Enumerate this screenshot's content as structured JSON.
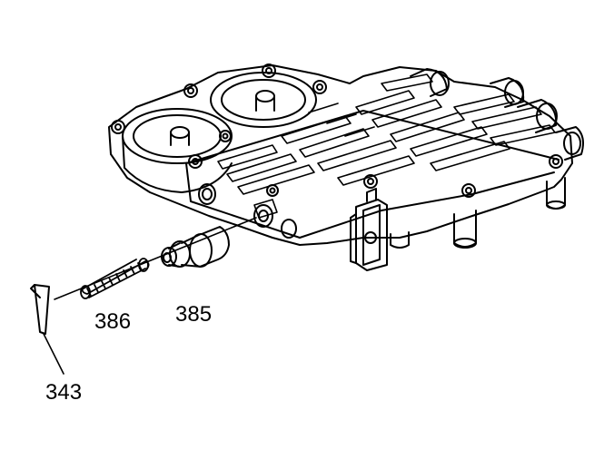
{
  "callouts": {
    "spring": "386",
    "valve": "385",
    "retainer": "343"
  },
  "colors": {
    "line": "#000000",
    "background": "#ffffff"
  }
}
